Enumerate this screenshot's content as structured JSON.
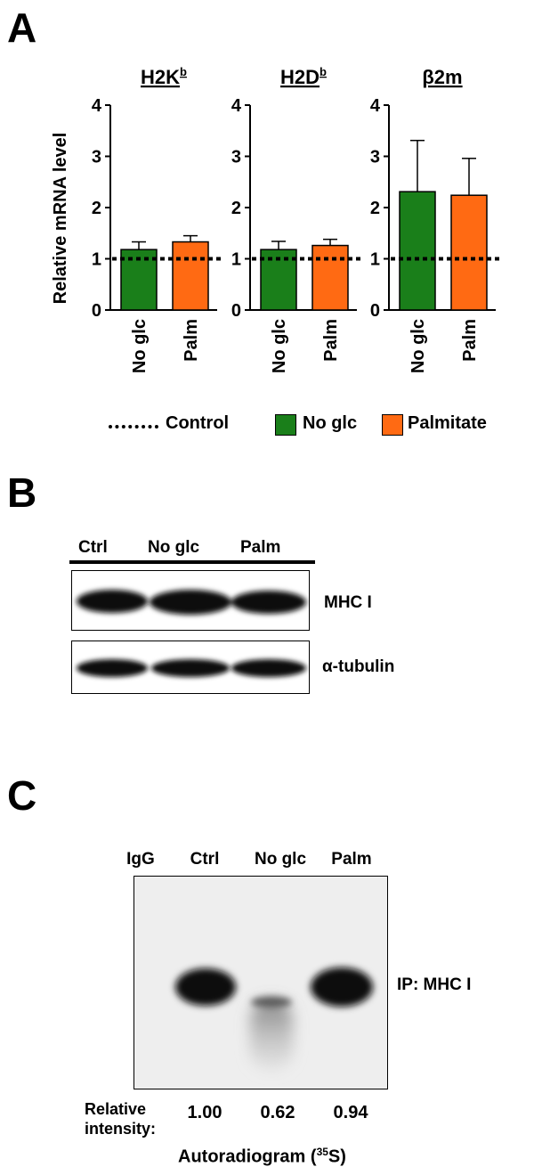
{
  "panels": {
    "a": "A",
    "b": "B",
    "c": "C"
  },
  "colors": {
    "no_glc": "#1a7f1a",
    "palm": "#ff6a13",
    "control": "#000000"
  },
  "chart_data": [
    {
      "type": "bar",
      "title": "H2Kb",
      "title_main": "H2K",
      "title_sup": "b",
      "ylabel": "Relative mRNA level",
      "ylim": [
        0,
        4
      ],
      "yticks": [
        "0",
        "1",
        "2",
        "3",
        "4"
      ],
      "categories": [
        "No glc",
        "Palm"
      ],
      "values": [
        1.18,
        1.33
      ],
      "errors": [
        0.15,
        0.12
      ],
      "reference_line": 1.0
    },
    {
      "type": "bar",
      "title": "H2Db",
      "title_main": "H2D",
      "title_sup": "b",
      "ylabel": "",
      "ylim": [
        0,
        4
      ],
      "yticks": [
        "0",
        "1",
        "2",
        "3",
        "4"
      ],
      "categories": [
        "No glc",
        "Palm"
      ],
      "values": [
        1.18,
        1.26
      ],
      "errors": [
        0.16,
        0.12
      ],
      "reference_line": 1.0
    },
    {
      "type": "bar",
      "title": "β2m",
      "title_main": "β2m",
      "title_sup": "",
      "ylabel": "",
      "ylim": [
        0,
        4
      ],
      "yticks": [
        "0",
        "1",
        "2",
        "3",
        "4"
      ],
      "categories": [
        "No glc",
        "Palm"
      ],
      "values": [
        2.31,
        2.24
      ],
      "errors": [
        1.0,
        0.72
      ],
      "reference_line": 1.0
    }
  ],
  "legend": {
    "control": "Control",
    "no_glc": "No glc",
    "palm": "Palmitate"
  },
  "blot_b": {
    "lanes": [
      "Ctrl",
      "No glc",
      "Palm"
    ],
    "bands": [
      "MHC I",
      "α-tubulin"
    ]
  },
  "blot_c": {
    "lanes": [
      "IgG",
      "Ctrl",
      "No glc",
      "Palm"
    ],
    "band_label": "IP: MHC I",
    "intensity_label_1": "Relative",
    "intensity_label_2": "intensity:",
    "intensities": [
      "1.00",
      "0.62",
      "0.94"
    ],
    "caption_main": "Autoradiogram (",
    "caption_sup": "35",
    "caption_end": "S)"
  }
}
